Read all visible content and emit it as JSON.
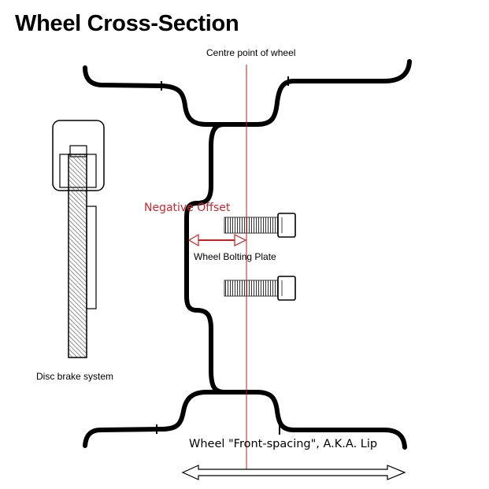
{
  "title": "Wheel Cross-Section",
  "labels": {
    "centre_point": "Centre point of wheel",
    "negative_offset": "Negative Offset",
    "bolting_plate": "Wheel Bolting Plate",
    "disc_brake": "Disc brake system",
    "front_spacing": "Wheel \"Front-spacing\", A.K.A. Lip"
  },
  "colors": {
    "outline": "#000000",
    "centre_line": "#b22222",
    "offset_arrow": "#cc2222",
    "negative_offset_text": "#c8282f",
    "hatch": "#555555"
  }
}
